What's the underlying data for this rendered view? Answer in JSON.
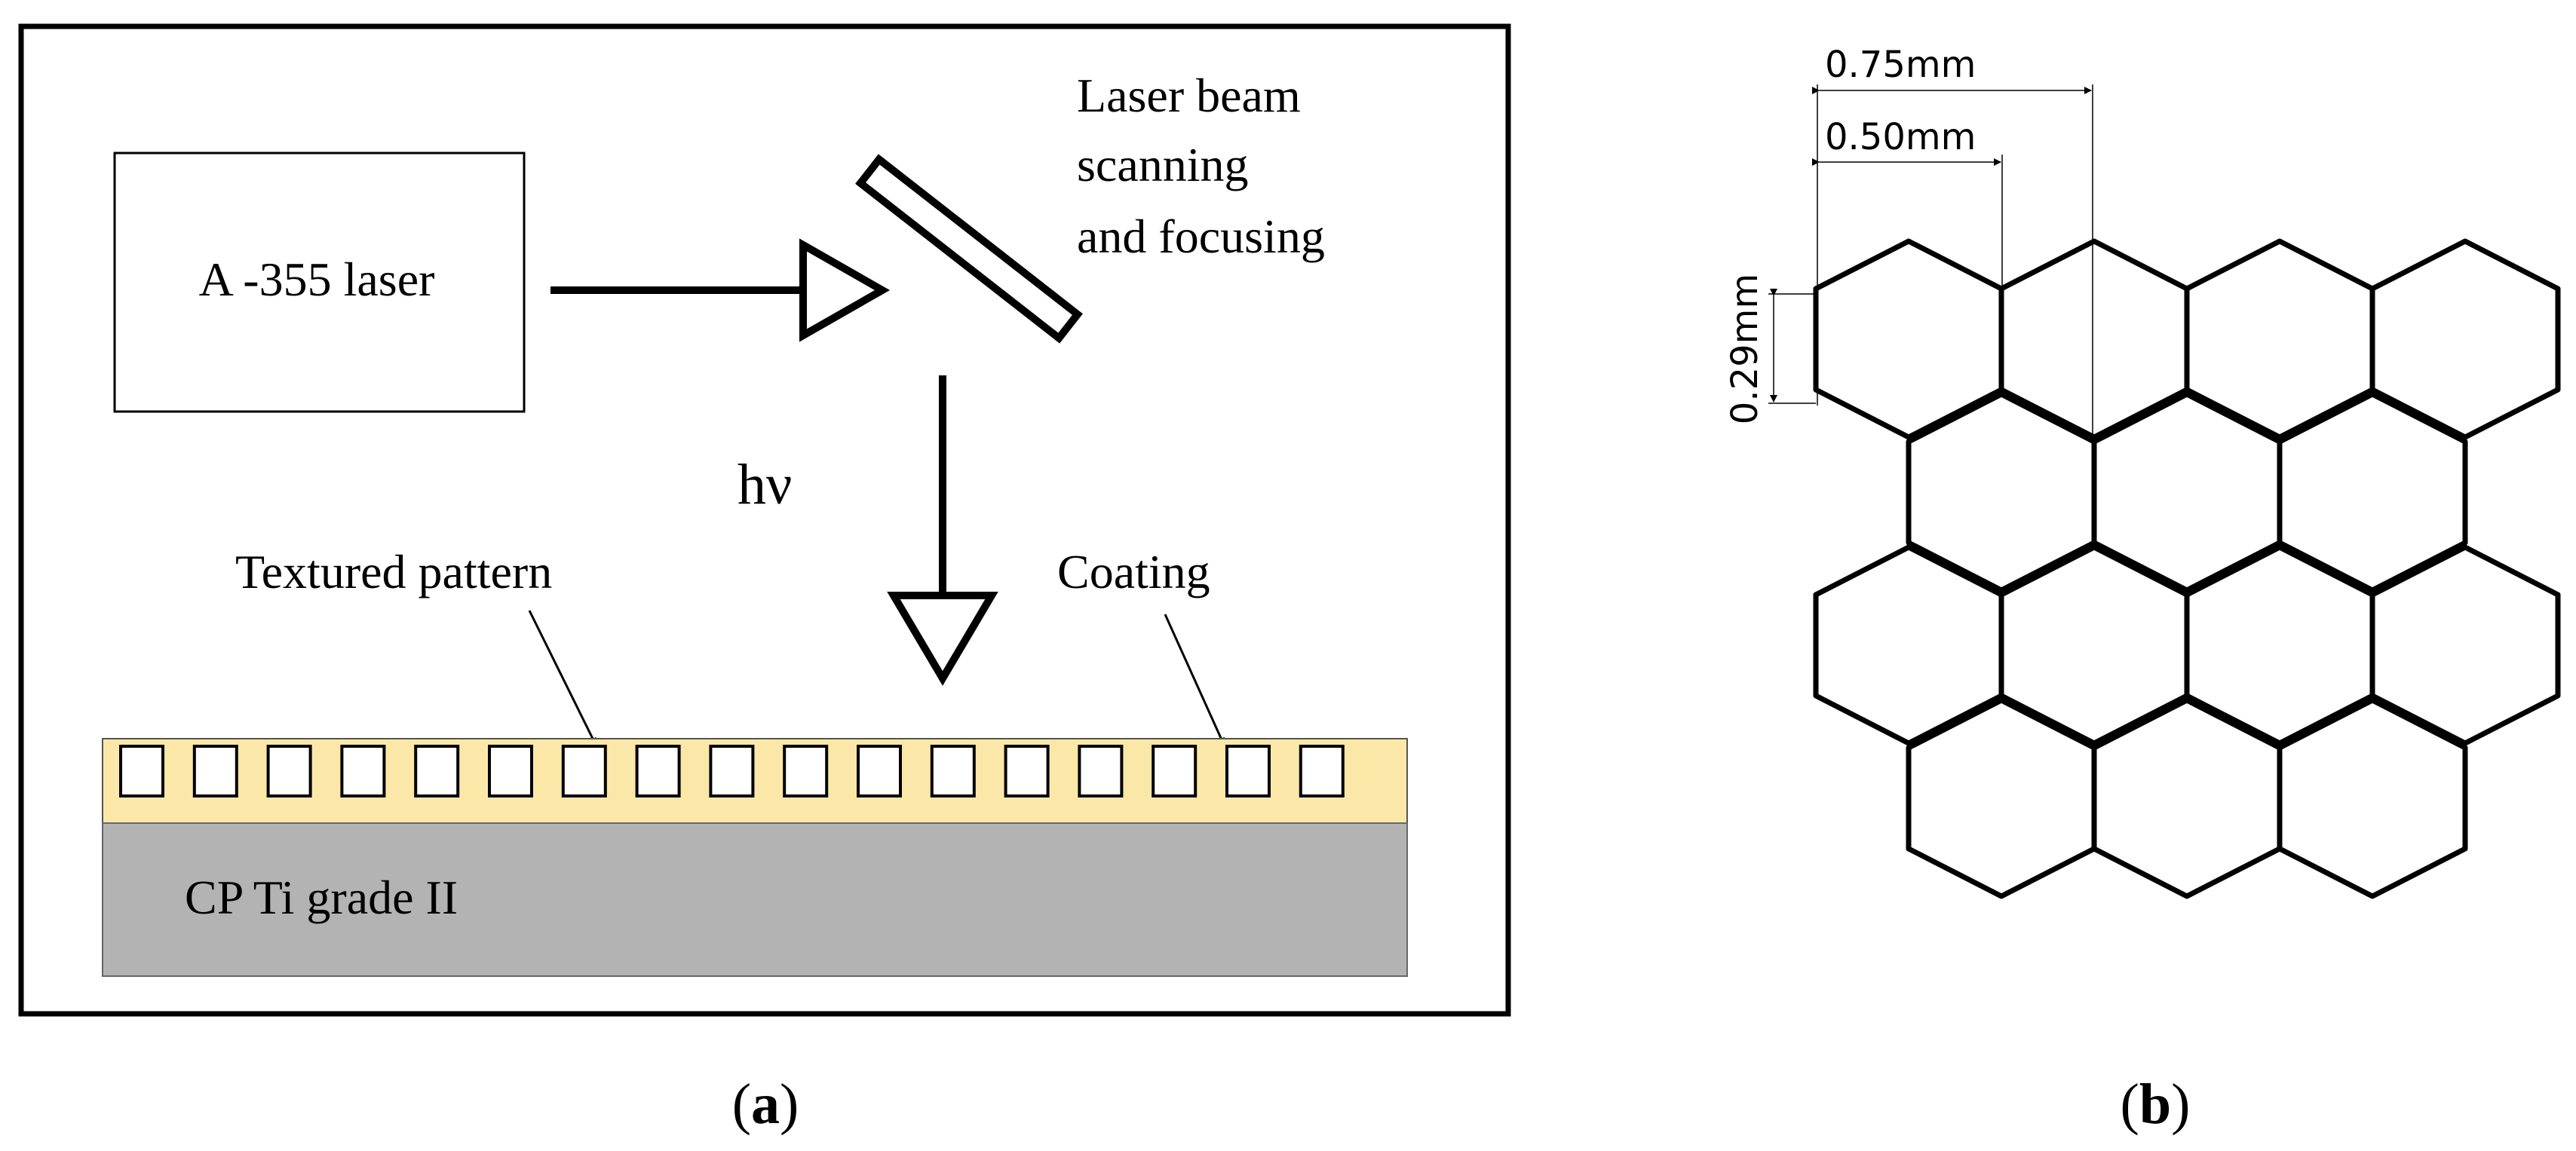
{
  "panel_a": {
    "laser_label": "A -355 laser",
    "scanner_label_lines": [
      "Laser beam",
      "scanning",
      "and focusing"
    ],
    "photon_label": "hν",
    "textured_label": "Textured pattern",
    "coating_label": "Coating",
    "substrate_label": "CP Ti grade II",
    "groove_count": 17,
    "colors": {
      "coating": "#fbe8a8",
      "substrate": "#b3b3b3",
      "stroke": "#000000"
    }
  },
  "panel_b": {
    "dim_075": "0.75mm",
    "dim_050": "0.50mm",
    "dim_029": "0.29mm",
    "hex_columns": 4,
    "hex_rows": 4
  },
  "captions": {
    "a": {
      "open": "(",
      "letter": "a",
      "close": ")"
    },
    "b": {
      "open": "(",
      "letter": "b",
      "close": ")"
    }
  }
}
